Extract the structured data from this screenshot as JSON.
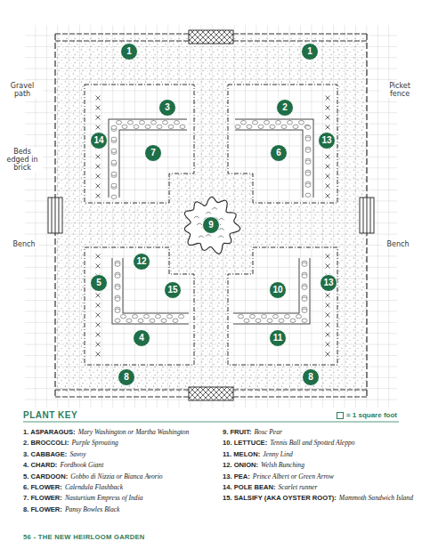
{
  "diagram": {
    "nodes": [
      {
        "text": [
          "1"
        ]
      },
      {
        "text": [
          "1"
        ]
      },
      {
        "text": [
          "3"
        ]
      },
      {
        "text": [
          "2"
        ]
      },
      {
        "text": [
          "14"
        ]
      },
      {
        "text": [
          "7"
        ]
      },
      {
        "text": [
          "13"
        ]
      },
      {
        "text": [
          "6"
        ]
      },
      {
        "text": [
          "9"
        ]
      },
      {
        "text": [
          "12"
        ]
      },
      {
        "text": [
          "5"
        ]
      },
      {
        "text": [
          "15"
        ]
      },
      {
        "text": [
          "10"
        ]
      },
      {
        "text": [
          "13"
        ]
      },
      {
        "text": [
          "4"
        ]
      },
      {
        "text": [
          "11"
        ]
      },
      {
        "text": [
          "8"
        ]
      },
      {
        "text": [
          "8"
        ]
      }
    ],
    "labels": [
      "Gravel path",
      "Beds edged in brick",
      "Bench",
      "Picket fence",
      "Bench",
      "PLANT KEY",
      "1. ASPARAGUS:",
      "Mary Washington or Martha Washington",
      "2. BROCCOLI:",
      "Purple Sprouting",
      "3. CABBAGE:",
      "Savoy",
      "4. CHARD:",
      "Fordhook Giant",
      "5. CARDOON:",
      "Gobbo di Nizzia or Bianca Avorio",
      "6. FLOWER:",
      "Calendula Flashback",
      "7. FLOWER:",
      "Nasturtium Empress of India",
      "8. FLOWER:",
      "Pansy Bowles Black",
      "9. FRUIT:",
      "Bosc Pear",
      "10. LETTUCE:",
      "Tennis Ball and Spotted Aleppo",
      "11. MELON:",
      "Jenny Lind",
      "12. ONION:",
      "Welsh Bunching",
      "13. PEA:",
      "Prince Albert or Green Arrow",
      "14. POLE BEAN:",
      "Scarlet runner",
      "15. SALSIFY (AKA OYSTER ROOT):",
      "Mammoth Sandwich Island",
      "56 - THE NEW HEIRLOOM GARDEN"
    ],
    "legend": [
      {
        "text": "= 1 square foot"
      }
    ]
  }
}
